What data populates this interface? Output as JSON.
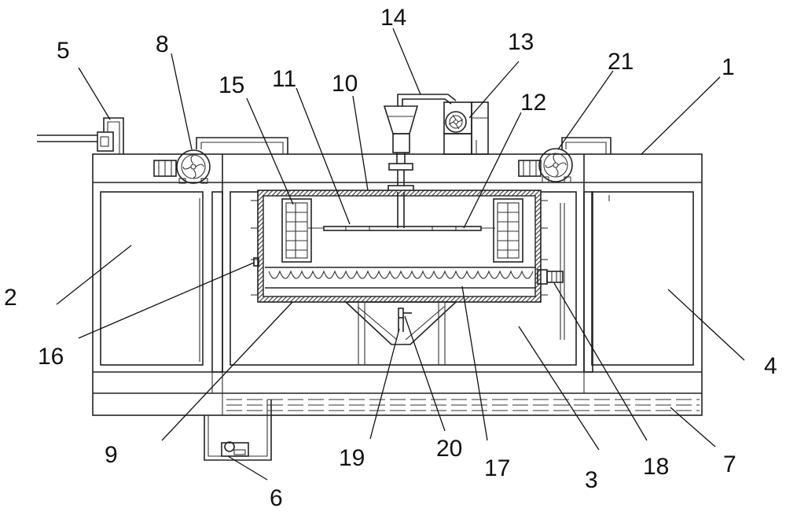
{
  "labels": {
    "l1": "1",
    "l2": "2",
    "l3": "3",
    "l4": "4",
    "l5": "5",
    "l6": "6",
    "l7": "7",
    "l8": "8",
    "l9": "9",
    "l10": "10",
    "l11": "11",
    "l12": "12",
    "l13": "13",
    "l14": "14",
    "l15": "15",
    "l16": "16",
    "l17": "17",
    "l18": "18",
    "l19": "19",
    "l20": "20",
    "l21": "21"
  },
  "colors": {
    "line": "#222222",
    "hatch": "#444444",
    "background": "#ffffff"
  }
}
